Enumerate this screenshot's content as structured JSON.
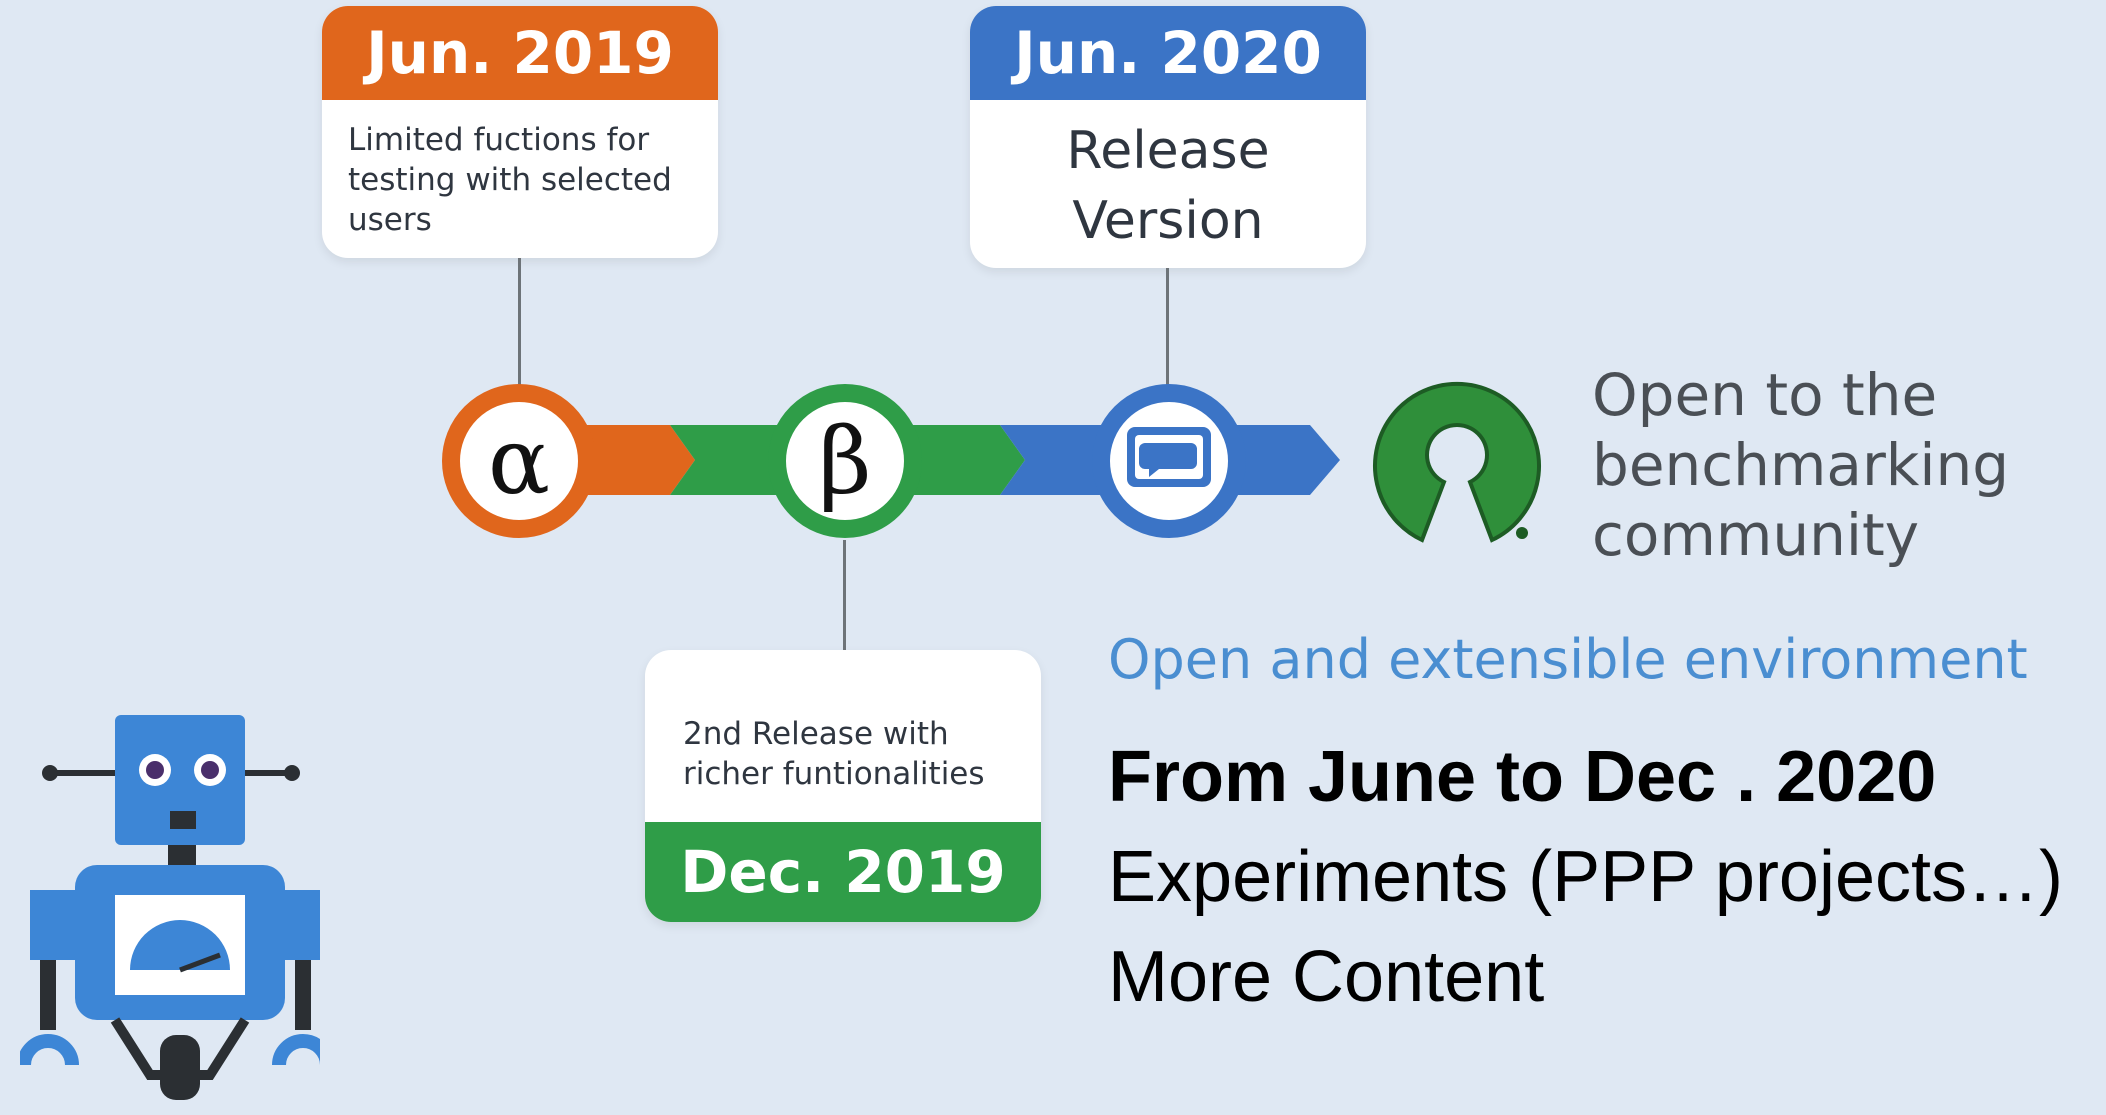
{
  "milestones": [
    {
      "date": "Jun. 2019",
      "description": "Limited fuctions for testing with selected users",
      "symbol": "α",
      "color": "#e0661c"
    },
    {
      "date": "Dec. 2019",
      "description": "2nd Release with richer funtionalities",
      "symbol": "β",
      "color": "#2f9d48"
    },
    {
      "date": "Jun. 2020",
      "description": "Release Version",
      "symbol": "chat-screen-icon",
      "color": "#3b74c6"
    }
  ],
  "open_source": {
    "logo": "open-source-keyhole-logo",
    "logo_color": "#2f8f3a",
    "line1": "Open to the",
    "line2": "benchmarking",
    "line3": "community"
  },
  "tagline": "Open and extensible environment",
  "tagline_color": "#4a8ed1",
  "plan": {
    "heading": "From June to Dec . 2020",
    "items": [
      "Experiments (PPP projects…)",
      "More Content"
    ]
  },
  "robot": {
    "icon": "robot-mascot-icon",
    "color": "#3d86d6"
  }
}
